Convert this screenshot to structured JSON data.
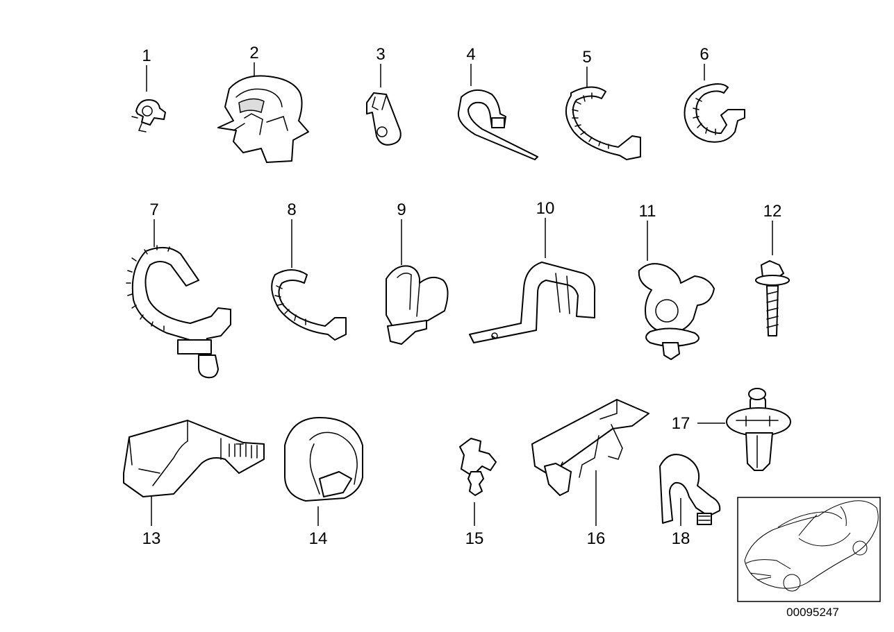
{
  "parts": [
    {
      "number": "1"
    },
    {
      "number": "2"
    },
    {
      "number": "3"
    },
    {
      "number": "4"
    },
    {
      "number": "5"
    },
    {
      "number": "6"
    },
    {
      "number": "7"
    },
    {
      "number": "8"
    },
    {
      "number": "9"
    },
    {
      "number": "10"
    },
    {
      "number": "11"
    },
    {
      "number": "12"
    },
    {
      "number": "13"
    },
    {
      "number": "14"
    },
    {
      "number": "15"
    },
    {
      "number": "16"
    },
    {
      "number": "17"
    },
    {
      "number": "18"
    }
  ],
  "inset": {
    "icon": "car-silhouette-icon",
    "code": "00095247"
  }
}
